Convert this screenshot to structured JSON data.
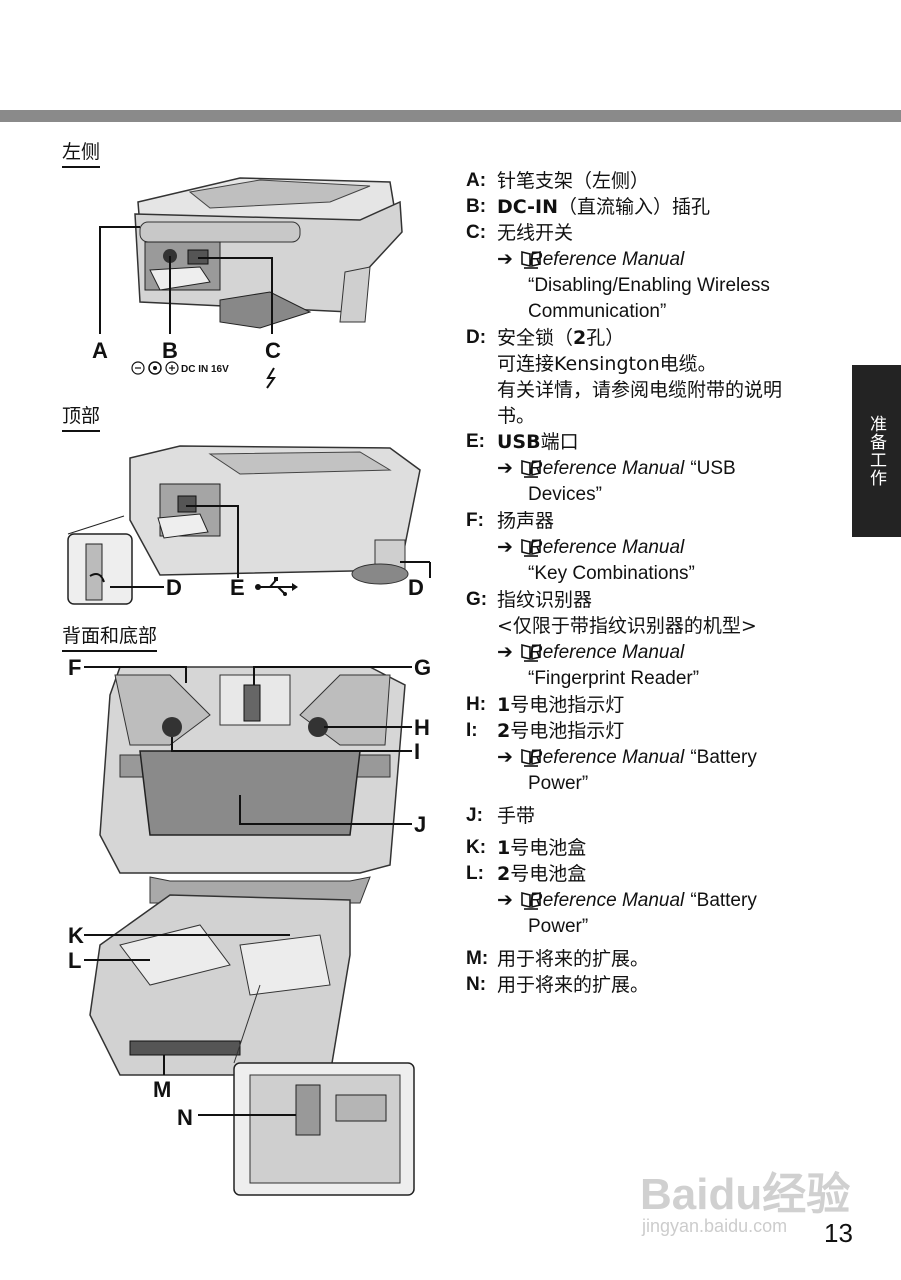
{
  "sections": {
    "left_side": "左侧",
    "top": "顶部",
    "back_bottom": "背面和底部"
  },
  "figure_labels": {
    "A": "A",
    "B": "B",
    "C": "C",
    "dc_in": "DC IN 16V",
    "D": "D",
    "E": "E",
    "F": "F",
    "G": "G",
    "H": "H",
    "I": "I",
    "J": "J",
    "K": "K",
    "L": "L",
    "M": "M",
    "N": "N"
  },
  "items": {
    "a": {
      "key": "A:",
      "text": "针笔支架（左侧）"
    },
    "b": {
      "key": "B:",
      "bold": "DC-IN",
      "text": "（直流输入）插孔"
    },
    "c": {
      "key": "C:",
      "text": "无线开关",
      "ref": "Reference Manual",
      "ref_text_1": "“Disabling/Enabling Wireless",
      "ref_text_2": "Communication”"
    },
    "d": {
      "key": "D:",
      "text_pre": "安全锁（",
      "bold": "2",
      "text_post": "孔）",
      "line2": "可连接Kensington电缆。",
      "line3": "有关详情，请参阅电缆附带的说明",
      "line4": "书。"
    },
    "e": {
      "key": "E:",
      "bold": "USB",
      "text": "端口",
      "ref": "Reference Manual",
      "ref_text_1": "“USB",
      "ref_text_2": "Devices”"
    },
    "f": {
      "key": "F:",
      "text": "扬声器",
      "ref": "Reference Manual",
      "ref_text_1": "“Key Combinations”"
    },
    "g": {
      "key": "G:",
      "text": "指纹识别器",
      "line2": "<仅限于带指纹识别器的机型>",
      "ref": "Reference Manual",
      "ref_text_1": "“Fingerprint Reader”"
    },
    "h": {
      "key": "H:",
      "bold": "1",
      "text": "号电池指示灯"
    },
    "i": {
      "key": "I:",
      "bold": "2",
      "text": "号电池指示灯",
      "ref": "Reference Manual",
      "ref_text_1": "“Battery",
      "ref_text_2": "Power”"
    },
    "j": {
      "key": "J:",
      "text": "手带"
    },
    "k": {
      "key": "K:",
      "bold": "1",
      "text": "号电池盒"
    },
    "l": {
      "key": "L:",
      "bold": "2",
      "text": "号电池盒",
      "ref": "Reference Manual",
      "ref_text_1": "“Battery",
      "ref_text_2": "Power”"
    },
    "m": {
      "key": "M:",
      "text": "用于将来的扩展。"
    },
    "n": {
      "key": "N:",
      "text": "用于将来的扩展。"
    }
  },
  "arrow_glyph": "➔",
  "side_tab": "准备工作",
  "page_number": "13",
  "watermark": {
    "logo": "Baidu经验",
    "url": "jingyan.baidu.com"
  }
}
